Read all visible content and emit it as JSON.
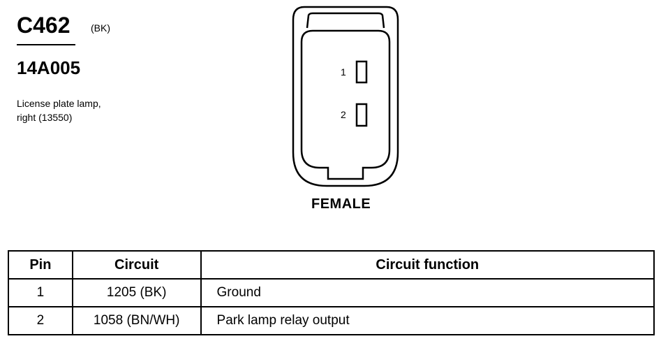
{
  "connector": {
    "id": "C462",
    "color_code": "(BK)",
    "part_number": "14A005",
    "description_lines": [
      "License plate lamp,",
      "right (13550)"
    ]
  },
  "diagram": {
    "pin_labels": [
      "1",
      "2"
    ],
    "gender": "FEMALE"
  },
  "table": {
    "headers": [
      "Pin",
      "Circuit",
      "Circuit function"
    ],
    "rows": [
      {
        "pin": "1",
        "circuit": "1205 (BK)",
        "function": "Ground"
      },
      {
        "pin": "2",
        "circuit": "1058 (BN/WH)",
        "function": "Park lamp relay output"
      }
    ]
  }
}
